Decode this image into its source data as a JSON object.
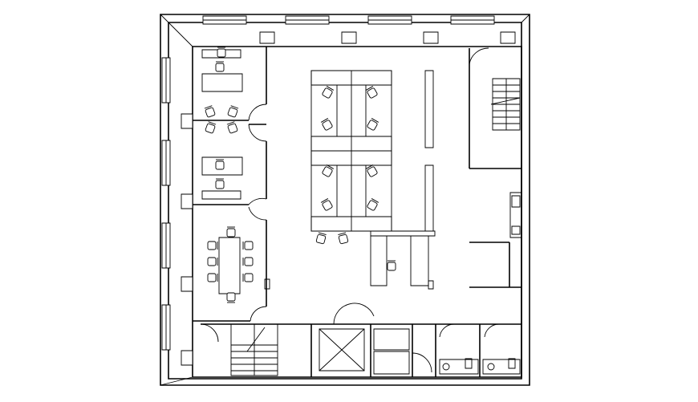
{
  "drawing": {
    "kind": "architectural floor plan",
    "labels": [],
    "rooms": [
      "private-office-north",
      "private-office-south",
      "conference-room",
      "open-workspace",
      "stair-northeast",
      "stair-southwest",
      "elevator",
      "restroom-a",
      "restroom-b",
      "pantry",
      "storage"
    ],
    "colors": {
      "line": "#000000",
      "background": "#ffffff"
    }
  }
}
